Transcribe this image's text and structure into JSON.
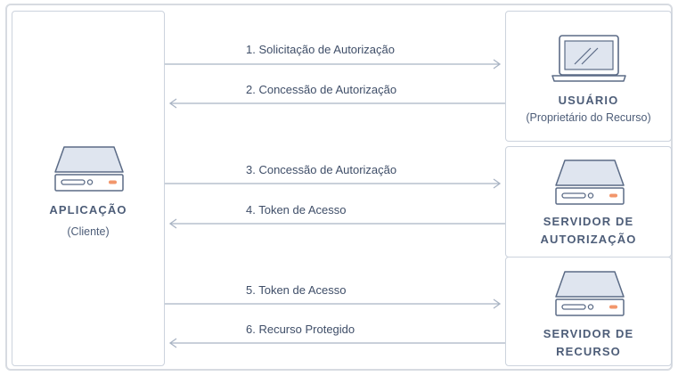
{
  "client": {
    "title": "APLICAÇÃO",
    "subtitle": "(Cliente)"
  },
  "user": {
    "title": "USUÁRIO",
    "subtitle": "(Proprietário do Recurso)"
  },
  "auth_server": {
    "title_line1": "SERVIDOR DE",
    "title_line2": "AUTORIZAÇÃO"
  },
  "resource_server": {
    "title_line1": "SERVIDOR DE",
    "title_line2": "RECURSO"
  },
  "messages": [
    {
      "label": "1. Solicitação de Autorização",
      "direction": "right"
    },
    {
      "label": "2. Concessão de Autorização",
      "direction": "left"
    },
    {
      "label": "3. Concessão de Autorização",
      "direction": "right"
    },
    {
      "label": "4. Token de Acesso",
      "direction": "left"
    },
    {
      "label": "5. Token de Acesso",
      "direction": "right"
    },
    {
      "label": "6. Recurso Protegido",
      "direction": "left"
    }
  ],
  "colors": {
    "line": "#a9b4c4",
    "box_border": "#ccd3dd",
    "text": "#4d5d78",
    "icon_fill": "#dfe5ef",
    "led": "#f2966b"
  },
  "icons": {
    "client": "server-icon",
    "user": "laptop-icon",
    "auth_server": "server-icon",
    "resource_server": "server-icon"
  }
}
